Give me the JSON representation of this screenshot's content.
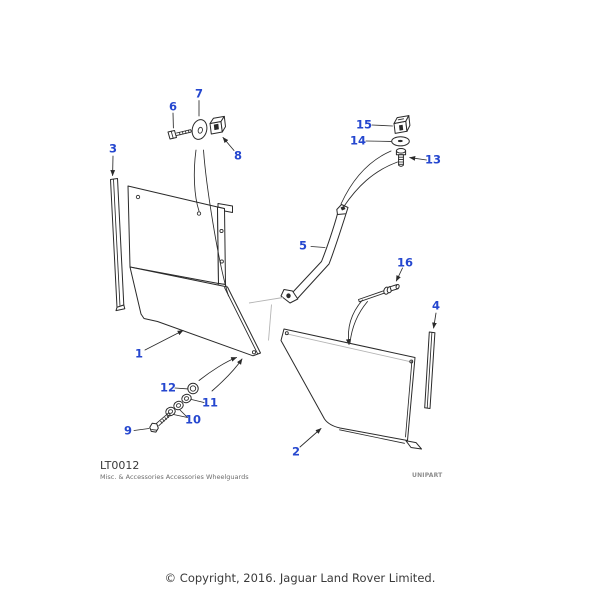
{
  "diagram": {
    "code": "LT0012",
    "category": "Misc. & Accessories Accessories Wheelguards",
    "brand": "UNIPART",
    "copyright": "© Copyright, 2016. Jaguar Land Rover Limited.",
    "colors": {
      "callout": "#2547cf",
      "line": "#2a2a2a",
      "muted_line": "#b4b4b4",
      "text": "#3a3a3a",
      "muted_text": "#6e6e6e",
      "brand_text": "#8c8c8c",
      "background": "#ffffff"
    },
    "callouts": [
      {
        "label": "1"
      },
      {
        "label": "2"
      },
      {
        "label": "3"
      },
      {
        "label": "4"
      },
      {
        "label": "5"
      },
      {
        "label": "6"
      },
      {
        "label": "7"
      },
      {
        "label": "8"
      },
      {
        "label": "9"
      },
      {
        "label": "10"
      },
      {
        "label": "11"
      },
      {
        "label": "12"
      },
      {
        "label": "13"
      },
      {
        "label": "14"
      },
      {
        "label": "15"
      },
      {
        "label": "16"
      }
    ]
  }
}
